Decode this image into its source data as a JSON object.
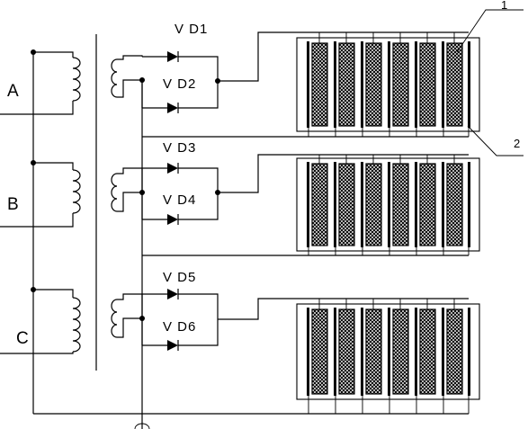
{
  "phases": [
    "A",
    "B",
    "C"
  ],
  "diodes": [
    "V D1",
    "V D2",
    "V D3",
    "V D4",
    "V D5",
    "V D6"
  ],
  "callouts": [
    "1",
    "2"
  ]
}
